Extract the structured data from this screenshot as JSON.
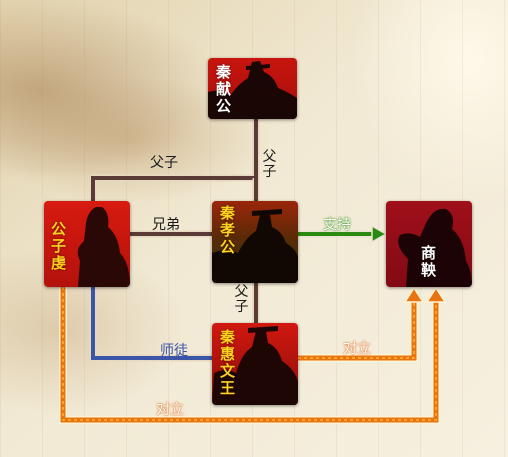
{
  "people": {
    "xianggong": "秦献公",
    "xiaogong": "秦孝公",
    "gongziqian": "公子虔",
    "shangyang": "商鞅",
    "huiwenwang": "秦惠文王"
  },
  "relations": {
    "father_son_top": "父子",
    "father_son_top_vertical": "父子",
    "brothers": "兄弟",
    "support": "支持",
    "father_son_bottom": "父子",
    "master_apprentice": "师徒",
    "opposition_1": "对立",
    "opposition_2": "对立"
  },
  "colors": {
    "node_red": "#c8140e",
    "node_dark": "#3a0d08",
    "kin_line": "#5a3b35",
    "support_arrow": "#2a8a12",
    "mentor_line": "#3b55a8",
    "opposition_arrow": "#e8740f",
    "name_yellow": "#ffd21f"
  }
}
